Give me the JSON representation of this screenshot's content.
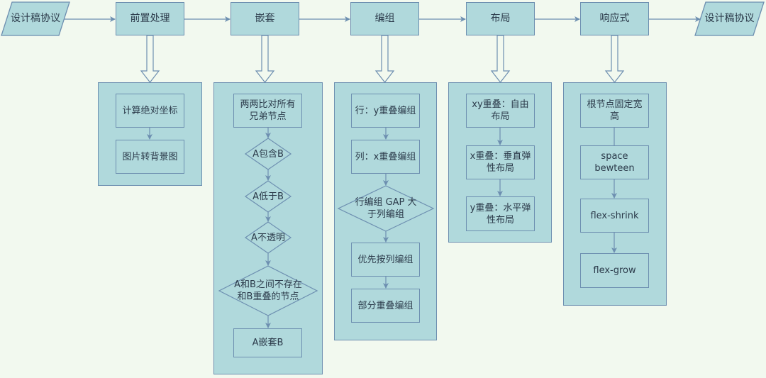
{
  "colors": {
    "fill": "#b0d9dc",
    "stroke": "#6d8fb0",
    "background": "#f2f9ef"
  },
  "pipeline": {
    "input": "设计稿协议",
    "output": "设计稿协议",
    "stages": [
      "前置处理",
      "嵌套",
      "编组",
      "布局",
      "响应式"
    ]
  },
  "preprocess": {
    "steps": [
      "计算绝对坐标",
      "图片转背景图"
    ]
  },
  "nesting": {
    "start": "两两比对所有兄弟节点",
    "conditions": [
      "A包含B",
      "A低于B",
      "A不透明",
      "A和B之间不存在和B重叠的节点"
    ],
    "result": "A嵌套B"
  },
  "grouping": {
    "steps": [
      "行：y重叠编组",
      "列：x重叠编组"
    ],
    "condition": "行编组 GAP 大于列编组",
    "after": [
      "优先按列编组",
      "部分重叠编组"
    ]
  },
  "layout": {
    "steps": [
      "xy重叠：自由布局",
      "x重叠：垂直弹性布局",
      "y重叠：水平弹性布局"
    ]
  },
  "responsive": {
    "steps": [
      "根节点固定宽高",
      "space bewteen",
      "flex-shrink",
      "flex-grow"
    ]
  }
}
